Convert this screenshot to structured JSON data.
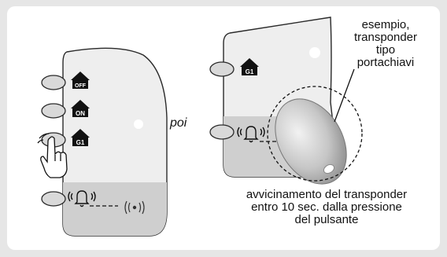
{
  "labels": {
    "poi": "poi",
    "example_line1": "esempio,",
    "example_line2": "transponder",
    "example_line3": "tipo",
    "example_line4": "portachiavi",
    "caption_line1": "avvicinamento del transponder",
    "caption_line2": "entro 10 sec. dalla pressione",
    "caption_line3": "del pulsante"
  },
  "keypad_left": {
    "badges": [
      "OFF",
      "ON",
      "G1"
    ]
  },
  "keypad_right": {
    "badges": [
      "G1"
    ]
  },
  "colors": {
    "background": "#e6e6e6",
    "panel": "#ffffff",
    "outline": "#2a2a2a",
    "button": "#d9d9d9",
    "panel_grey": "#eeeeee",
    "lower_band": "#cfcfcf",
    "fob": "#c9c9c9"
  }
}
